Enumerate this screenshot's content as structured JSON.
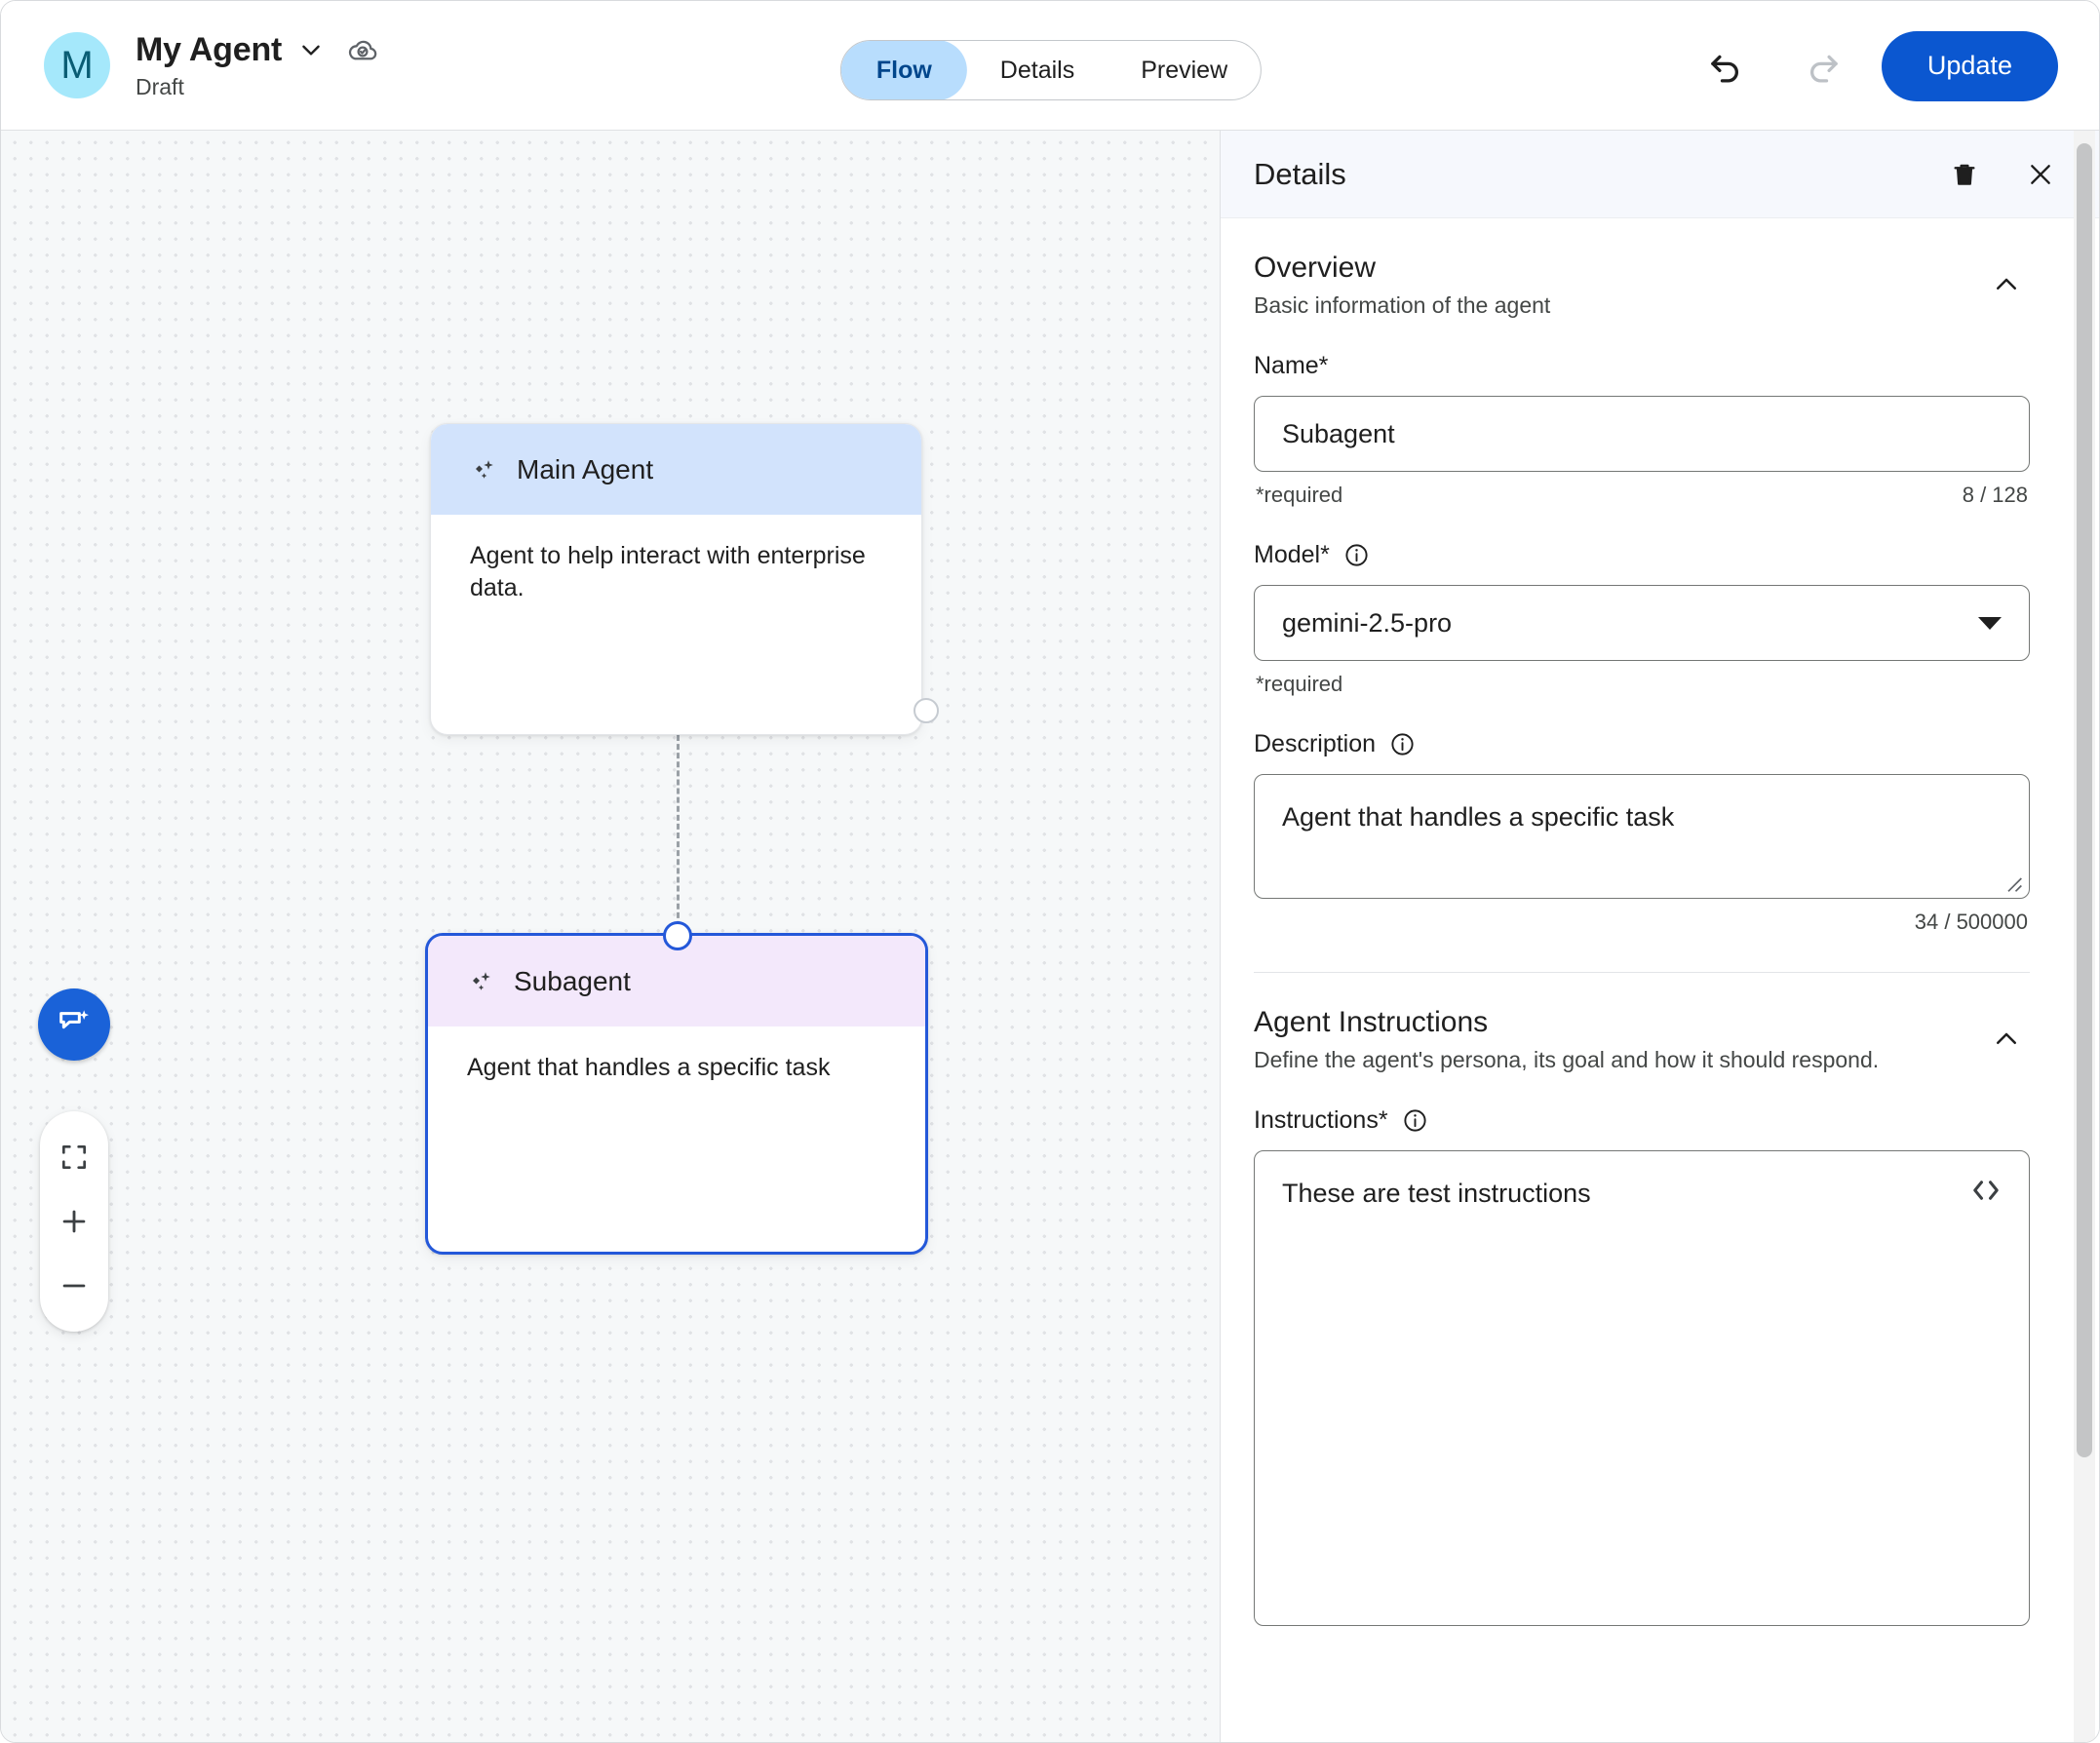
{
  "header": {
    "avatar_letter": "M",
    "agent_name": "My Agent",
    "agent_status": "Draft",
    "chevron_icon": "chevron-down-icon",
    "cloud_icon": "cloud-saved-icon",
    "tabs": [
      {
        "label": "Flow",
        "active": true
      },
      {
        "label": "Details",
        "active": false
      },
      {
        "label": "Preview",
        "active": false
      }
    ],
    "undo_icon": "undo-icon",
    "redo_icon": "redo-icon",
    "update_label": "Update"
  },
  "canvas": {
    "nodes": [
      {
        "title": "Main Agent",
        "description": "Agent to help interact with enterprise data.",
        "header_color": "#d2e3fc",
        "icon": "sparkle-icon",
        "selected": false
      },
      {
        "title": "Subagent",
        "description": "Agent that handles a specific task",
        "header_color": "#f3e8fb",
        "icon": "sparkle-icon",
        "selected": true
      }
    ],
    "chat_button_icon": "chat-sparkle-icon",
    "zoom_controls": [
      {
        "icon": "fit-screen-icon",
        "label": "Fit to screen"
      },
      {
        "icon": "zoom-in-icon",
        "label": "+"
      },
      {
        "icon": "zoom-out-icon",
        "label": "−"
      }
    ],
    "edge_style": "dashed"
  },
  "panel": {
    "title": "Details",
    "delete_icon": "trash-icon",
    "close_icon": "close-icon",
    "overview": {
      "title": "Overview",
      "subtitle": "Basic information of the agent",
      "collapse_icon": "chevron-up-icon",
      "name": {
        "label": "Name*",
        "value": "Subagent",
        "required_text": "*required",
        "counter": "8 / 128"
      },
      "model": {
        "label": "Model*",
        "info_icon": "info-icon",
        "value": "gemini-2.5-pro",
        "required_text": "*required",
        "dropdown_icon": "caret-down-icon"
      },
      "description": {
        "label": "Description",
        "info_icon": "info-icon",
        "value": "Agent that handles a specific task",
        "counter": "34 / 500000"
      }
    },
    "agent_instructions": {
      "title": "Agent Instructions",
      "subtitle": "Define the agent's persona, its goal and how it should respond.",
      "collapse_icon": "chevron-up-icon",
      "instructions": {
        "label": "Instructions*",
        "info_icon": "info-icon",
        "value": "These are test instructions",
        "code_icon": "code-brackets-icon"
      }
    }
  },
  "colors": {
    "accent_blue": "#0b57d0",
    "tab_active_bg": "#b8ddfd",
    "node_main_header": "#d2e3fc",
    "node_sub_header": "#f3e8fb",
    "selected_border": "#2458d9",
    "avatar_bg": "#a5e8fb"
  }
}
